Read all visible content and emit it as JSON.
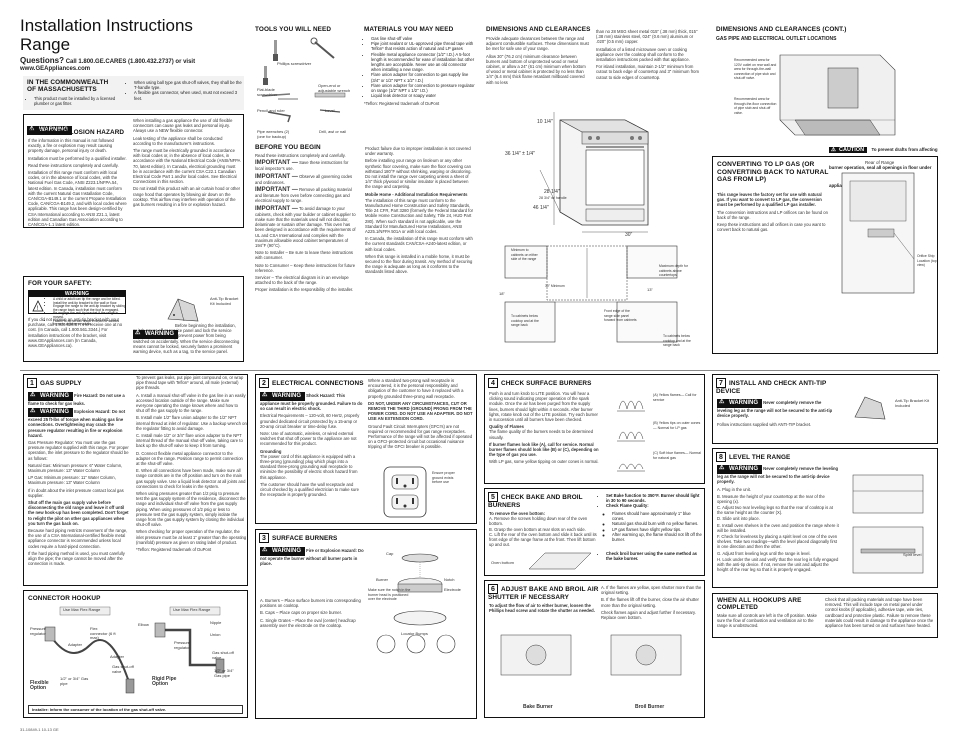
{
  "title": "Installation Instructions",
  "title2": "Range",
  "questions_label": "Questions?",
  "questions_text": "Call 1.800.GE.CARES (1.800.432.2737) or visit www.GEAppliances.com",
  "massachusetts": {
    "heading": "IN THE COMMONWEALTH OF MASSACHUSETTS",
    "b1": "This product must be installed by a licensed plumber or gas fitter.",
    "b2": "When using ball type gas shut-off valves, they shall be the T-handle type.",
    "b3": "A flexible gas connector, when used, must not exceed 3 feet."
  },
  "warning_label": "WARNING",
  "fire_explosion": {
    "heading": "FIRE OR EXPLOSION HAZARD",
    "p1": "If the information in this manual is not followed exactly, a fire or explosion may result causing property damage, personal injury or death.",
    "p2": "Installation must be performed by a qualified installer.",
    "p3": "Read these instructions completely and carefully.",
    "p4": "Installation of this range must conform with local codes, or in the absence of local codes, with the National Fuel Gas Code, ANSI Z223.1/NFPA.54, latest edition. In Canada, installation must conform with the current Natural Gas Installation Code, CAN/CGA-B149.1 or the current Propane Installation Code, CAN/CGA-B149.2, and with local codes where applicable. This range has been design-certified by CSA International according to ANSI Z21.1, latest edition and Canadian Gas Association according to CAN/CGA-1.1 latest edition.",
    "c2p1": "When installing a gas appliance the use of old flexible connectors can cause gas leaks and personal injury. Always use a NEW flexible connector.",
    "c2p2": "Leak testing of the appliance shall be conducted according to the manufacturer's instructions.",
    "c2p3": "The range must be electrically grounded in accordance with local codes or, in the absence of local codes, in accordance with the National Electrical Code (ANSI/NFPA 70, latest edition). In Canada, electrical grounding must be in accordance with the current CSA C22.1 Canadian Electrical Code Part 1 and/or local codes. See Electrical Connections in this section.",
    "c2p4": "Do not install this product with an air curtain hood or other range hood that operates by blowing air down on the cooktop. This airflow may interfere with operation of the gas burners resulting in a fire or explosion hazard."
  },
  "for_your_safety": {
    "heading": "FOR YOUR SAFETY:",
    "warn_lines": [
      "A child or adult can tip the range and be killed.",
      "Install the anti-tip bracket to the wall or floor.",
      "Engage the range to the anti-tip bracket by sliding the range back such that the foot is engaged.",
      "Re-engage the anti-tip bracket if the range is moved.",
      "Failure to do so can result in death or serious burns to children or adults."
    ],
    "bracket_label": "Anti-Tip Bracket Kit Included",
    "p1": "If you did not receive an anti-tip bracket with your purchase, call 1.800.626.8774 to receive one at no cost. (In Canada, call 1.800.561.3344.) For installation instructions of the bracket, visit www.GEAppliances.com (In Canada, www.GEAppliances.ca).",
    "p2": "Before beginning the installation, switch power off at service panel and lock the service disconnecting means to prevent power from being switched on accidentally. When the service disconnecting means cannot be locked, securely fasten a prominent warning device, such as a tag, to the service panel."
  },
  "tools": {
    "heading": "TOOLS YOU WILL NEED",
    "items": [
      "Phillips screwdriver",
      "Flat-blade screwdriver",
      "Open-end or adjustable wrench",
      "Pencil and ruler",
      "Level",
      "Pipe wrenches (2) (one for backup)",
      "Drill, awl or nail"
    ]
  },
  "materials": {
    "heading": "MATERIALS YOU MAY NEED",
    "items": [
      "Gas line shut-off valve",
      "Pipe joint sealant or UL-approved pipe thread tape with Teflon* that resists action of natural and LP gases",
      "Flexible metal appliance connector (1/2\" I.D.) A 5-foot length is recommended for ease of installation but other lengths are acceptable. Never use an old connector when installing a new range.",
      "Flare union adapter for connection to gas supply line (3/4\" or 1/2\" NPT x 1/2\" I.D.)",
      "Flare union adapter for connection to pressure regulator on range (1/2\" NPT x 1/2\" I.D.)",
      "Liquid leak detector or soapy water"
    ],
    "footnote": "*Teflon: Registered trademark of DuPont"
  },
  "before_you_begin": {
    "heading": "BEFORE YOU BEGIN",
    "p1": "Read these instructions completely and carefully.",
    "imp_label": "IMPORTANT —",
    "i1": "Save these instructions for local inspector's use.",
    "i2": "Observe all governing codes and ordinances.",
    "i3": "Remove all packing material and literature from oven before connecting gas and electrical supply to range.",
    "i4": "To avoid damage to your cabinets, check with your builder or cabinet supplier to make sure that the materials used will not discolor, delaminate or sustain other damage. This oven has been designed in accordance with the requirements of UL and CSA International and complies with the maximum allowable wood cabinet temperatures of 194°F (90°C).",
    "note1": "Note to Installer – Be sure to leave these instructions with consumer.",
    "note2": "Note to Consumer – Keep these instructions for future reference.",
    "note3": "Servicer – The electrical diagram is in an envelope attached to the back of the range.",
    "note4": "Proper installation is the responsibility of the installer.",
    "c2p1": "Product failure due to improper installation is not covered under warranty.",
    "c2p2": "Before installing your range on linoleum or any other synthetic floor covering, make sure the floor covering can withstand 180°F without shrinking, warping or discoloring. Do not install the range over carpeting unless a sheet of 1/4\" thick plywood or similar insulator is placed between the range and carpeting.",
    "mobile_h": "Mobile Home - Additional Installation Requirements",
    "c2p3": "The installation of this range must conform to the Manufactured Home Construction and Safety Standards, Title 24 CFR, Part 3280 (formerly the Federal Standard for Mobile Home Construction and Safety, Title 24, HUD Part 280). When such standard is not applicable, use the Standard for Manufactured Home Installations, ANSI A225.1/NFPA 501A or with local codes.",
    "c2p4": "In Canada, the installation of this range must conform with the current standards CAN/CSA-A240-latest edition, or with local codes.",
    "c2p5": "When this range is installed in a mobile home, it must be secured to the floor during transit. Any method of securing the range is adequate as long as it conforms to the standards listed above."
  },
  "dimensions": {
    "heading": "DIMENSIONS AND CLEARANCES",
    "p1": "Provide adequate clearances between the range and adjacent combustible surfaces. These dimensions must be met for safe use of your range.",
    "p2": "Allow 30\" (76.2 cm) minimum clearance between burners and bottom of unprotected wood or metal cabinet, or allow a 24\" (61 cm) minimum when bottom of wood or metal cabinet is protected by no less than 1/4\" (6.4 mm) thick flame retardant millboard covered with no less",
    "p3": "than no 28 MSG sheet metal 015\" (.38 mm) thick, 015\" (.38 mm) stainless steel, 024\" (0.6 mm) aluminum or .020\" (0.5 mm) copper.",
    "p4": "Installation of a listed microwave oven or cooking appliance over the cooktop shall conform to the installation instructions packed with that appliance.",
    "p5": "For island installation, maintain 2-1/2\" minimum from cutout to back edge of countertop and 3\" minimum from cutout to side edges of countertop.",
    "d1": "10 1/4\"",
    "d2": "36 1/4\" ± 1/4\"",
    "d3": "28 1/4\"",
    "d4": "28 3/4\" w/ handle",
    "d5": "46 1/4\"",
    "d6": "30\"",
    "lbl_min_cab": "Minimum to cabinets on either side of the range",
    "lbl_maxdepth": "Maximum depth for cabinets above countertops",
    "lbl_18": "18\"",
    "lbl_30min": "30\" Minimum",
    "lbl_13": "13\"",
    "lbl_to_cab": "To cabinets below cooktop and at the range back",
    "lbl_front": "Front edge of the range side panel forward from cabinets",
    "lbl_to_side": "To cabinets below cooktop and at the range back"
  },
  "dimensions_cont": {
    "heading": "DIMENSIONS AND CLEARANCES (CONT.)",
    "sub": "GAS PIPE AND ELECTRICAL OUTLET LOCATIONS",
    "l1": "Recommended area for 120V outlet on rear wall and area for through-the-wall connection of pipe stub and shut-off valve.",
    "l2": "Recommended area for through-the-floor connection of pipe stub and shut-off valve.",
    "caution_label": "CAUTION",
    "caution": "To prevent drafts from affecting burner operation, seal all openings in floor under appliance and behind appliance wall."
  },
  "converting": {
    "heading": "CONVERTING TO LP GAS (OR CONVERTING BACK TO NATURAL GAS FROM LP)",
    "p1": "This range leaves the factory set for use with natural gas. If you want to convert to LP gas, the conversion must be performed by a qualified LP gas installer.",
    "p2": "The conversion instructions and LP orifices can be found on back of the range.",
    "p3": "Keep these instructions and all orifices in case you want to convert back to natural gas.",
    "rear": "Rear of Range",
    "orifice": "Orifice Ship Location (top view)"
  },
  "gas_supply": {
    "num": "1",
    "heading": "GAS SUPPLY",
    "w1": "Fire Hazard: Do not use a flame to check for gas leaks.",
    "w2": "Explosion Hazard: Do not exceed 25 ft-lbs of torque when making gas line connections. Overtightening may crack the pressure regulator resulting in fire or explosion hazard.",
    "p1": "Gas Pressure Regulator: You must use the gas pressure regulator supplied with this range. For proper operation, the inlet pressure to the regulator should be as follows:",
    "ng": "Natural Gas: Minimum pressure: 6\" Water Column, Maximum pressure: 13\" Water Column",
    "lp": "LP Gas: Minimum pressure: 11\" Water Column, Maximum pressure: 13\" Water Column",
    "p2": "If in doubt about the inlet pressure contact local gas supplier.",
    "p3": "Shut off the main gas supply valve before disconnecting the old range and leave it off until the new hook-up has been completed. Don't forget to relight the pilot on other gas appliances when you turn the gas back on.",
    "p4": "Because hard piping restricts movement of the range, the use of a CSA International-certified flexible metal appliance connector is recommended unless local codes require a hard-piped connection.",
    "p5": "If the hard piping method is used, you must carefully align the pipe; the range cannot be moved after the connection is made.",
    "c2p1": "To prevent gas leaks, put pipe joint compound on, or wrap pipe thread tape with Teflon* around, all male (external) pipe threads.",
    "steps": [
      "A. Install a manual shut-off valve in the gas line in an easily accessed location outside of the range. Make sure everyone operating the range knows where and how to shut off the gas supply to the range.",
      "B. Install male 1/2\" flare union adapter to the 1/2\" NPT internal thread at inlet of regulator. Use a backup wrench on the regulator fitting to avoid damage.",
      "C. Install male 1/2\" or 3/4\" flare union adapter to the NPT internal thread of the manual shut-off valve, taking care to back up the shut-off valve to keep it from turning.",
      "D. Connect flexible metal appliance connector to the adapter on the range. Position range to permit connection at the shut-off valve.",
      "E. When all connections have been made, make sure all range controls are in the off position and turn on the main gas supply valve. Use a liquid leak detector at all joints and connections to check for leaks in the system."
    ],
    "c2p2": "When using pressures greater than 1/2 psig to pressure test the gas supply system of the residence, disconnect the range and individual shut-off valve from the gas supply piping. When using pressures of 1/2 psig or less to pressure test the gas supply system, simply isolate the range from the gas supply system by closing the individual shut-off valve.",
    "c2p3": "When checking for proper operation of the regulator, the inlet pressure must be at least 1\" greater than the operating (manifold) pressure as given on rating label of product.",
    "footnote": "*Teflon: Registered trademark of DuPont"
  },
  "connector_hookup": {
    "heading": "CONNECTOR HOOKUP",
    "flex_title": "Flexible Option",
    "rigid_title": "Rigid Pipe Option",
    "use_max": "Use Max Flex Range",
    "l_pressure": "Pressure regulator",
    "l_adapter": "Adapter",
    "l_flex": "Flex connector (6 ft max)",
    "l_gas": "Gas shut-off valve",
    "l_pipe": "1/2\" or 3/4\" Gas pipe",
    "l_elbow": "Elbow",
    "l_nipple": "Nipple",
    "l_union": "Union",
    "l_sealant": "Installer: Inform the consumer of the location of the gas shut-off valve."
  },
  "electrical": {
    "num": "2",
    "heading": "ELECTRICAL CONNECTIONS",
    "w1": "Shock Hazard: This appliance must be properly grounded. Failure to do so can result in electric shock.",
    "p1": "Electrical Requirements – 120-volt, 60 Hertz, properly grounded dedicated circuit protected by a 15-amp or 20-amp circuit breaker or time-delay fuse.",
    "p2": "Note: Use of automatic, wireless, or wired external switches that shut off power to the appliance are not recommended for this product.",
    "grounding_h": "Grounding",
    "p3": "The power cord of this appliance is equipped with a three-prong (grounding) plug which plugs into a standard three-prong grounding wall receptacle to minimize the possibility of electric shock hazard from this appliance.",
    "p4": "The customer should have the wall receptacle and circuit checked by a qualified electrician to make sure the receptacle is properly grounded.",
    "c2p1": "Where a standard two-prong wall receptacle is encountered, it is the personal responsibility and obligation of the customer to have it replaced with a properly grounded three-prong wall receptacle.",
    "c2p2": "DO NOT, UNDER ANY CIRCUMSTANCES, CUT OR REMOVE THE THIRD (GROUND) PRONG FROM THE POWER CORD. DO NOT USE AN ADAPTER. DO NOT USE AN EXTENSION CORD.",
    "c2p3": "Ground Fault Circuit Interrupters (GFCI's) are not required or recommended for gas range receptacles. Performance of the range will not be affected if operated on a GFCI-protected circuit but occasional nuisance tripping of the GFCI breaker is possible.",
    "plug_lbl": "Ensure proper ground exists before use"
  },
  "surface_burners": {
    "num": "3",
    "heading": "SURFACE BURNERS",
    "w1": "Fire or Explosion Hazard: Do not operate the burner without all burner parts in place.",
    "items": [
      "A. Burners – Place surface burners into corresponding positions on cooktop.",
      "B. Caps – Place caps on proper size burner.",
      "C. Single Grates – Place the oval (center) head/cap assembly over the electrode on the cooktop."
    ],
    "l_cap": "Cap",
    "l_burner": "Burner",
    "l_make": "Make sure the notch in the burner head is positioned over the electrode",
    "l_notch": "Notch",
    "l_electrode": "Electrode",
    "l_locator": "Locator Bumps"
  },
  "check_surface": {
    "num": "4",
    "heading": "CHECK SURFACE BURNERS",
    "p1": "Push in and turn knob to LITE position. You will hear a clicking sound indicating proper operation of the spark module. Once the air has been purged from the supply lines, burners should light within 4 seconds. After burner lights, rotate knob out of the LITE position. Try each burner in succession until all burners have been checked.",
    "q_h": "Quality of Flames",
    "p2": "The flame quality of the burners needs to be determined visually.",
    "p3": "If burner flames look like (A), call for service. Normal burner flames should look like (B) or (C), depending on the type of gas you use.",
    "p4": "With LP gas, some yellow tipping on outer cones is normal.",
    "fa": "(A) Yellow flames— Call for service",
    "fb": "(B) Yellow tips on outer cones— Normal for LP gas",
    "fc": "(C) Soft blue flames— Normal for natural gas"
  },
  "check_bake": {
    "num": "5",
    "heading": "CHECK BAKE AND BROIL BURNERS",
    "h1": "To remove the oven bottom:",
    "a": "A. Remove the screws holding down rear of the oven bottom.",
    "b": "B. Grasp the oven bottom at rear slots on each side.",
    "c": "C. Lift the rear of the oven bottom and slide it back until its front edge of the range frame at the front. Then lift bottom up and out.",
    "l_oven": "Oven bottom",
    "r1": "Set Bake function to 350°F. Burner should light in 30 to 90 seconds.",
    "r2": "Check Flame Quality:",
    "r3": "Flames should have approximately 1\" blue cones.",
    "r4": "Natural gas should burn with no yellow flames.",
    "r5": "LP gas flames have slight yellow tips.",
    "r6": "After warming up, the flame should not lift off the burner.",
    "r7": "Check broil burner using the same method as the bake burner."
  },
  "adjust_bake": {
    "num": "6",
    "heading": "ADJUST BAKE AND BROIL AIR SHUTTER IF NECESSARY",
    "p1": "To adjust the flow of air to either burner, loosen the Phillips head screw and rotate the shutter as needed.",
    "a": "A. If the flames are yellow, open shutter more than the original setting.",
    "b": "B. If the flames lift off the burner, close the air shutter more than the original setting.",
    "p2": "Check flames again and adjust further if necessary. Replace oven bottom.",
    "bake": "Bake Burner",
    "broil": "Broil Burner"
  },
  "anti_tip": {
    "num": "7",
    "heading": "INSTALL AND CHECK ANTI-TIP DEVICE",
    "w1": "Never completely remove the leveling leg as the range will not be secured to the anti-tip device properly.",
    "p1": "Follow instructions supplied with ANTI-TIP bracket.",
    "lbl": "Anti-Tip Bracket Kit Included"
  },
  "level": {
    "num": "8",
    "heading": "LEVEL THE RANGE",
    "w1": "Never completely remove the leveling leg as the range will not be secured to the anti-tip device properly.",
    "steps": [
      "A. Plug in the unit.",
      "B. Measure the height of your countertop at the rear of the opening (x).",
      "C. Adjust two rear leveling legs so that the rear of cooktop is at the same height as the counter (X).",
      "D. Slide unit into place.",
      "E. Install oven shelves in the oven and position the range where it will be installed.",
      "F. Check for levelness by placing a spirit level on one of the oven shelves. Take two readings—with the level placed diagonally first in one direction and then the other.",
      "G. Adjust front leveling legs until the range is level.",
      "H. Look under the unit and verify that the rear leg is fully engaged with the anti-tip device. If not, remove the unit and adjust the height of the rear leg so that it is properly engaged."
    ],
    "spirit": "Spirit level"
  },
  "when_done": {
    "heading": "WHEN ALL HOOKUPS ARE COMPLETED",
    "p1": "Make sure all controls are left in the off position. Make sure the flow of combustion and ventilation air to the range is unobstructed.",
    "p2": "Check that all packing materials and tape have been removed. This will include tape on metal panel under control knobs (if applicable), adhesive tape, wire ties, cardboard and protective plastic. Failure to remove these materials could result in damage to the appliance once the appliance has been turned on and surfaces have heated."
  },
  "footer": "31-10849-1 10-13 GE"
}
